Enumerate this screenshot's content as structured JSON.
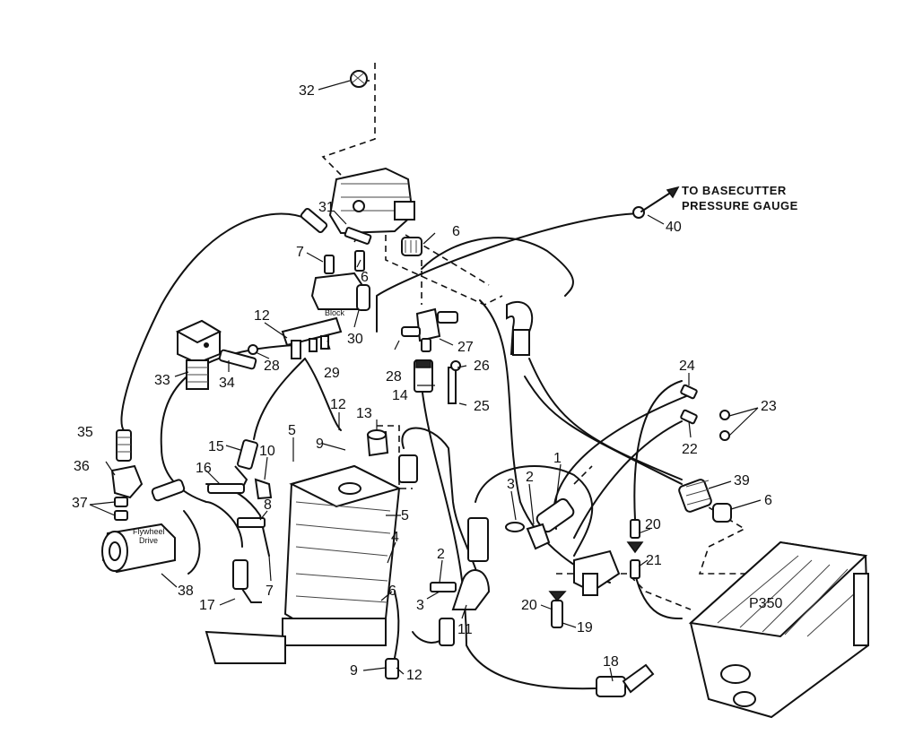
{
  "note": {
    "line1": "TO BASECUTTER",
    "line2": "PRESSURE GAUGE"
  },
  "small_labels": {
    "block": "Block",
    "flywheel_line1": "Flywheel",
    "flywheel_line2": "Drive",
    "pump": "P350"
  },
  "callouts": [
    {
      "id": "c32",
      "label": "32"
    },
    {
      "id": "c31",
      "label": "31"
    },
    {
      "id": "c7a",
      "label": "7"
    },
    {
      "id": "c6a",
      "label": "6"
    },
    {
      "id": "c6b",
      "label": "6"
    },
    {
      "id": "c40",
      "label": "40"
    },
    {
      "id": "c12a",
      "label": "12"
    },
    {
      "id": "c30",
      "label": "30"
    },
    {
      "id": "c27",
      "label": "27"
    },
    {
      "id": "c28a",
      "label": "28"
    },
    {
      "id": "c28b",
      "label": "28"
    },
    {
      "id": "c29",
      "label": "29"
    },
    {
      "id": "c33",
      "label": "33"
    },
    {
      "id": "c34",
      "label": "34"
    },
    {
      "id": "c26",
      "label": "26"
    },
    {
      "id": "c14",
      "label": "14"
    },
    {
      "id": "c25",
      "label": "25"
    },
    {
      "id": "c24",
      "label": "24"
    },
    {
      "id": "c23",
      "label": "23"
    },
    {
      "id": "c22",
      "label": "22"
    },
    {
      "id": "c12b",
      "label": "12"
    },
    {
      "id": "c13",
      "label": "13"
    },
    {
      "id": "c5a",
      "label": "5"
    },
    {
      "id": "c9a",
      "label": "9"
    },
    {
      "id": "c35",
      "label": "35"
    },
    {
      "id": "c15",
      "label": "15"
    },
    {
      "id": "c10",
      "label": "10"
    },
    {
      "id": "c36",
      "label": "36"
    },
    {
      "id": "c16",
      "label": "16"
    },
    {
      "id": "c3a",
      "label": "3"
    },
    {
      "id": "c2a",
      "label": "2"
    },
    {
      "id": "c1",
      "label": "1"
    },
    {
      "id": "c39",
      "label": "39"
    },
    {
      "id": "c6c",
      "label": "6"
    },
    {
      "id": "c37",
      "label": "37"
    },
    {
      "id": "c8",
      "label": "8"
    },
    {
      "id": "c5b",
      "label": "5"
    },
    {
      "id": "c20a",
      "label": "20"
    },
    {
      "id": "c4",
      "label": "4"
    },
    {
      "id": "c21",
      "label": "21"
    },
    {
      "id": "c2b",
      "label": "2"
    },
    {
      "id": "c7b",
      "label": "7"
    },
    {
      "id": "c38",
      "label": "38"
    },
    {
      "id": "c6d",
      "label": "6"
    },
    {
      "id": "c3b",
      "label": "3"
    },
    {
      "id": "c20b",
      "label": "20"
    },
    {
      "id": "c17",
      "label": "17"
    },
    {
      "id": "c11",
      "label": "11"
    },
    {
      "id": "c19",
      "label": "19"
    },
    {
      "id": "c18",
      "label": "18"
    },
    {
      "id": "c9b",
      "label": "9"
    },
    {
      "id": "c12c",
      "label": "12"
    }
  ]
}
